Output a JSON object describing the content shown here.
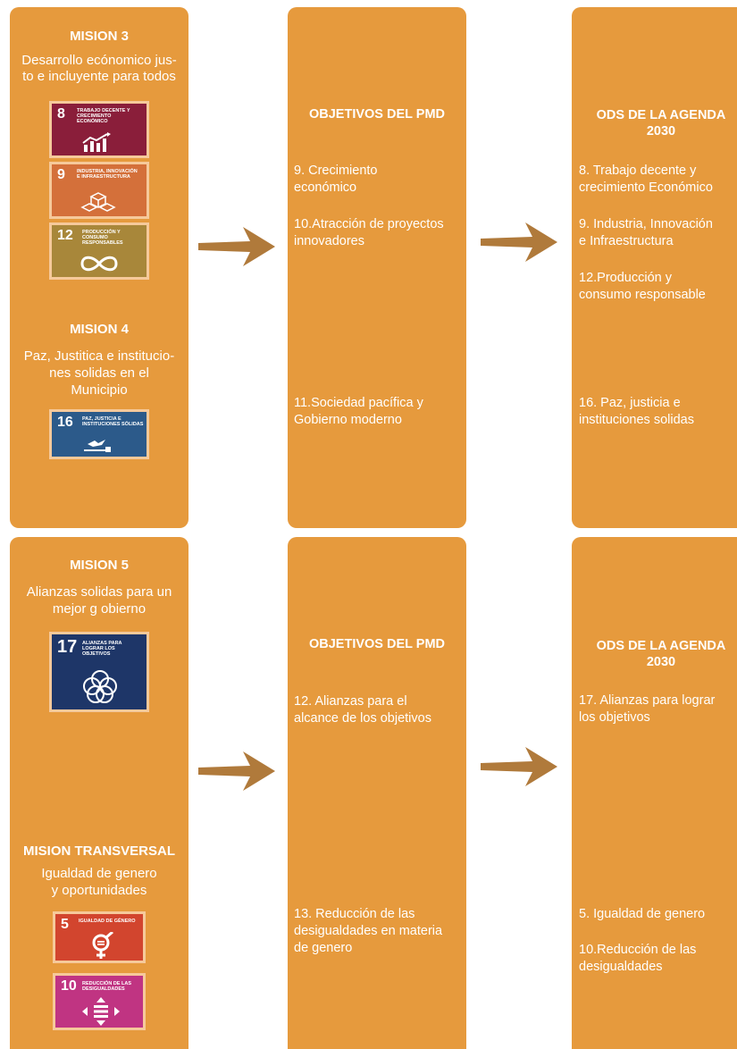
{
  "colors": {
    "panel": "#e69a3d",
    "arrow": "#b07a3b",
    "sdg8": "#8a1e3a",
    "sdg9": "#d4703a",
    "sdg12": "#a8873a",
    "sdg16": "#2c5a8a",
    "sdg17": "#1e3668",
    "sdg5": "#d2452e",
    "sdg10": "#c03482"
  },
  "top": {
    "mision3": {
      "title": "MISION 3",
      "desc_l1": "Desarrollo ecónomico jus-",
      "desc_l2": "to e incluyente  para todos"
    },
    "mision4": {
      "title": "MISION 4",
      "desc_l1": "Paz, Justitica e institucio-",
      "desc_l2": "nes solidas en el",
      "desc_l3": "Municipio"
    },
    "sdgs": [
      {
        "num": "8",
        "label": "TRABAJO DECENTE Y CRECIMIENTO ECONÓMICO",
        "icon": "growth-chart-icon"
      },
      {
        "num": "9",
        "label": "INDUSTRIA, INNOVACIÓN E INFRAESTRUCTURA",
        "icon": "cubes-icon"
      },
      {
        "num": "12",
        "label": "PRODUCCIÓN Y CONSUMO RESPONSABLES",
        "icon": "infinity-icon"
      },
      {
        "num": "16",
        "label": "PAZ, JUSTICIA E INSTITUCIONES SÓLIDAS",
        "icon": "dove-gavel-icon"
      }
    ],
    "objetivos": {
      "heading": "OBJETIVOS DEL PMD",
      "items": [
        {
          "l1": "9.  Crecimiento",
          "l2": "económico"
        },
        {
          "l1": "10.Atracción de proyectos",
          "l2": "innovadores"
        },
        {
          "l1": "11.Sociedad pacífica y",
          "l2": "Gobierno moderno"
        }
      ]
    },
    "ods": {
      "heading_l1": "ODS DE LA AGENDA",
      "heading_l2": "2030",
      "items": [
        {
          "l1": "8.  Trabajo decente y",
          "l2": "crecimiento Económico"
        },
        {
          "l1": "9.  Industria, Innovación",
          "l2": "e Infraestructura"
        },
        {
          "l1": "12.Producción y",
          "l2": "consumo responsable"
        },
        {
          "l1": "16. Paz, justicia e",
          "l2": "instituciones solidas"
        }
      ]
    }
  },
  "bottom": {
    "mision5": {
      "title": "MISION 5",
      "desc_l1": "Alianzas solidas para un",
      "desc_l2": "mejor g obierno"
    },
    "transversal": {
      "title": "MISION TRANSVERSAL",
      "desc_l1": "Igualdad de genero",
      "desc_l2": "y oportunidades"
    },
    "sdgs": [
      {
        "num": "17",
        "label": "ALIANZAS PARA LOGRAR LOS OBJETIVOS",
        "icon": "rings-icon"
      },
      {
        "num": "5",
        "label": "IGUALDAD DE GÉNERO",
        "icon": "gender-equality-icon"
      },
      {
        "num": "10",
        "label": "REDUCCIÓN DE LAS DESIGUALDADES",
        "icon": "equals-arrows-icon"
      }
    ],
    "objetivos": {
      "heading": "OBJETIVOS DEL PMD",
      "items": [
        {
          "l1": "12. Alianzas para el",
          "l2": "alcance de los objetivos",
          "l3": ""
        },
        {
          "l1": "13. Reducción de las",
          "l2": "desigualdades en materia",
          "l3": "de genero"
        }
      ]
    },
    "ods": {
      "heading_l1": "ODS DE LA AGENDA",
      "heading_l2": "2030",
      "items": [
        {
          "l1": "17. Alianzas para lograr",
          "l2": "los objetivos"
        },
        {
          "l1": "5.  Igualdad de genero",
          "l2": ""
        },
        {
          "l1": "10.Reducción de las",
          "l2": "desigualdades"
        }
      ]
    }
  }
}
